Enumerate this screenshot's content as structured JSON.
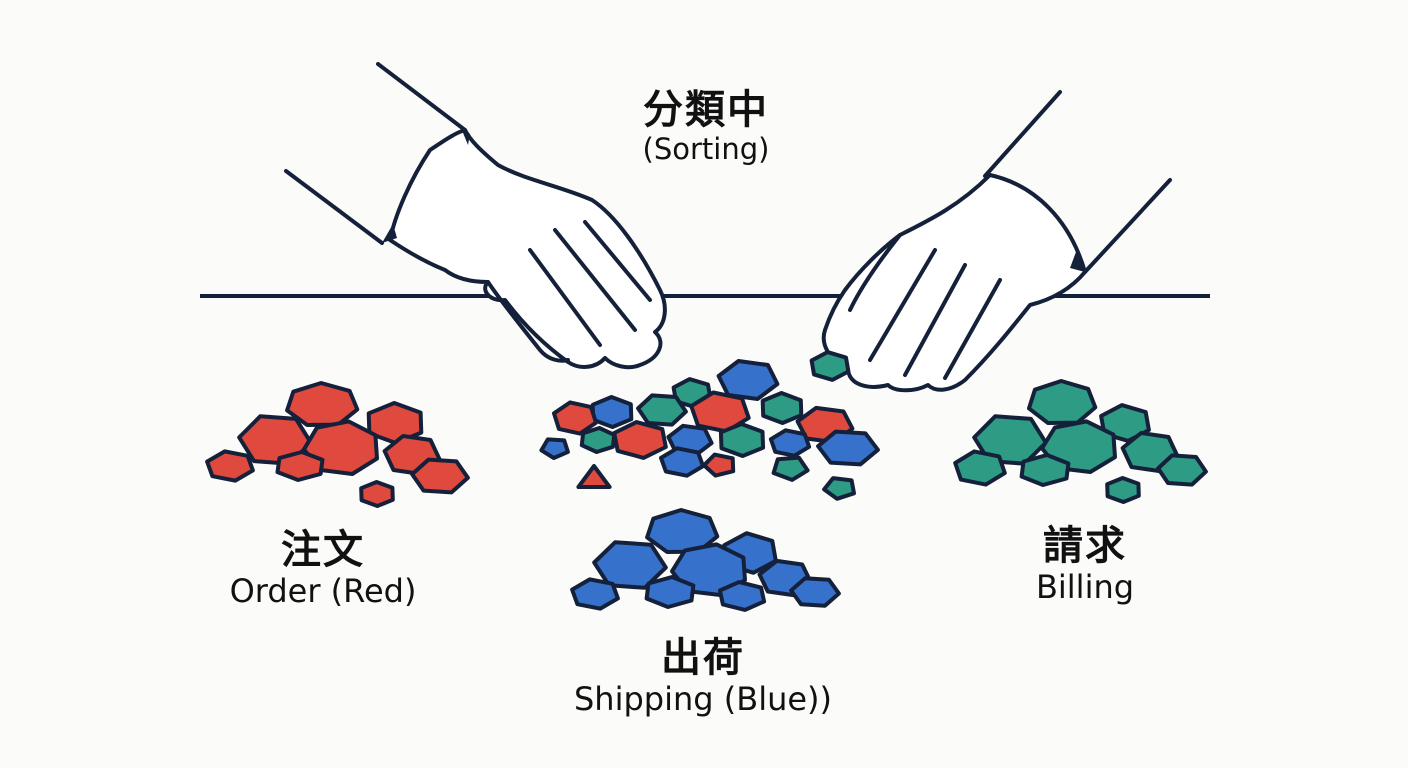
{
  "colors": {
    "background": "#fbfbf9",
    "outline": "#15213a",
    "red": "#e0493e",
    "blue": "#3672cc",
    "teal": "#2e9b84",
    "hand_fill": "#ffffff"
  },
  "icons": [
    "left-hand-icon",
    "right-hand-icon"
  ],
  "labels": {
    "sorting": {
      "jp": "分類中",
      "en": "(Sorting)"
    },
    "order": {
      "jp": "注文",
      "en": "Order (Red)"
    },
    "shipping": {
      "jp": "出荷",
      "en": "Shipping (Blue))"
    },
    "billing": {
      "jp": "請求",
      "en": "Billing"
    }
  }
}
